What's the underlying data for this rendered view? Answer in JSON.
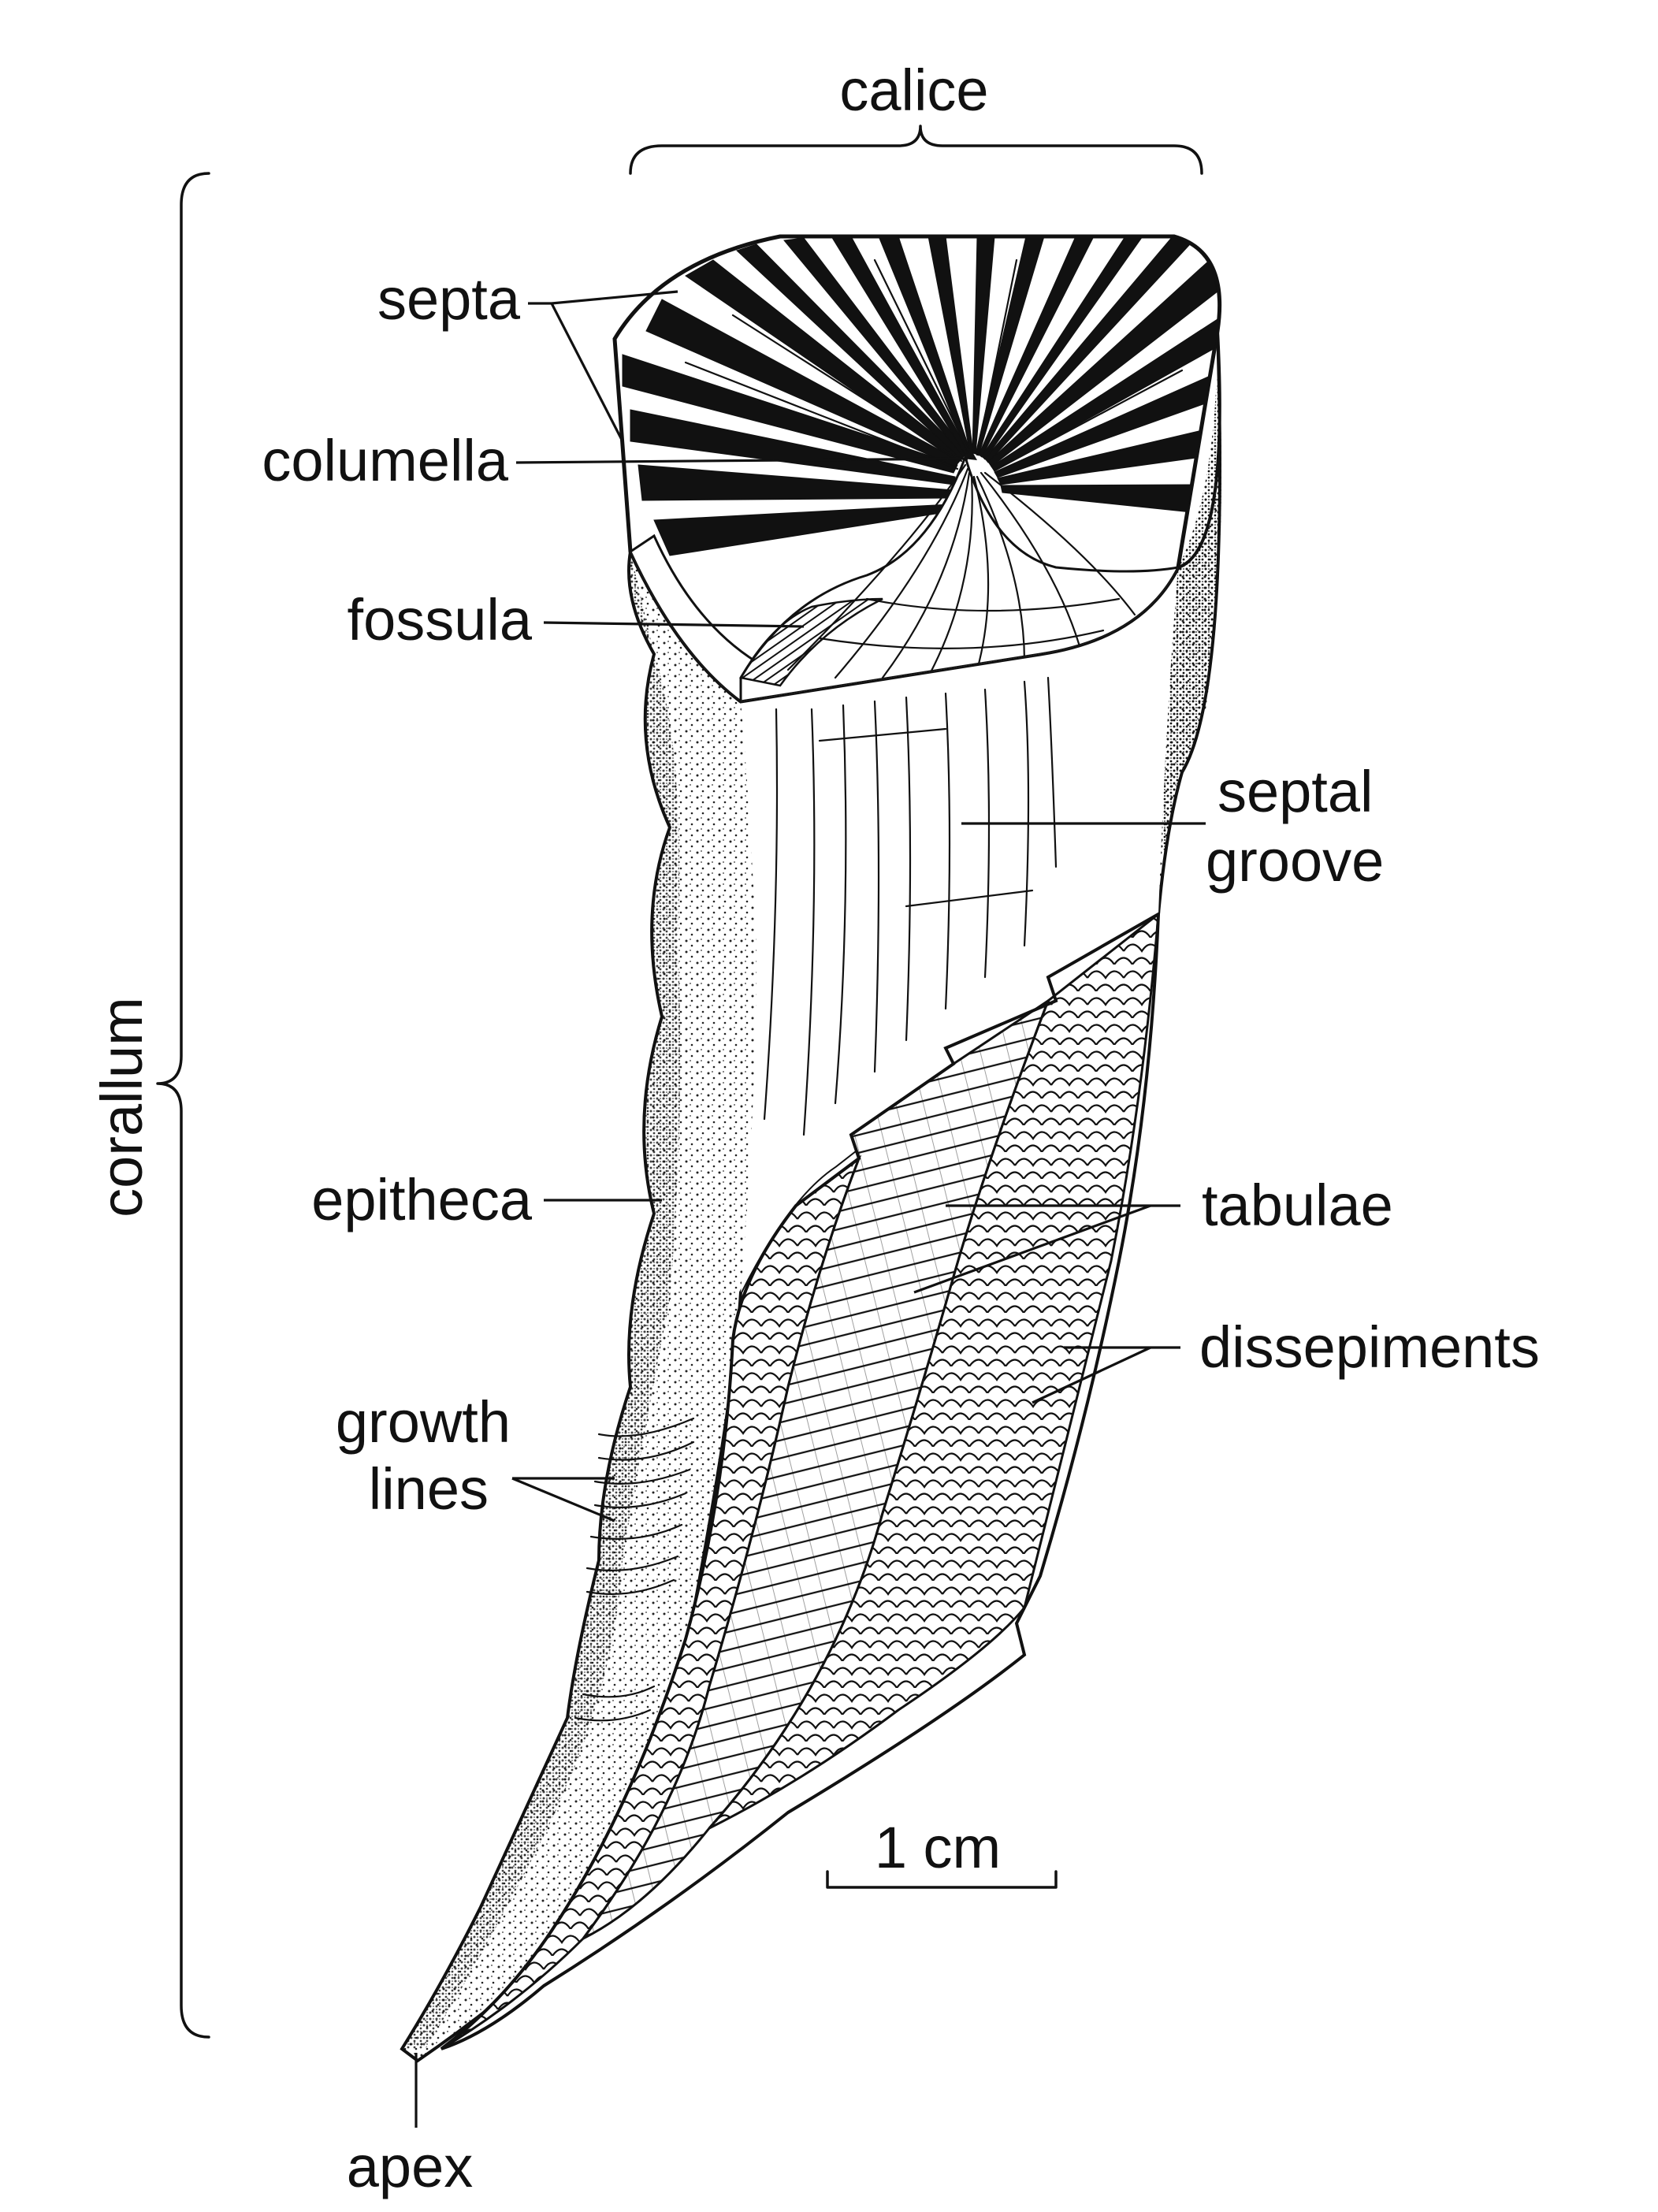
{
  "labels": {
    "calice": "calice",
    "septa": "septa",
    "columella": "columella",
    "fossula": "fossula",
    "septal_groove_1": "septal",
    "septal_groove_2": "groove",
    "corallum": "corallum",
    "epitheca": "epitheca",
    "tabulae": "tabulae",
    "dissepiments": "dissepiments",
    "growth_lines_1": "growth",
    "growth_lines_2": "lines",
    "scale_bar": "1 cm",
    "apex": "apex"
  }
}
